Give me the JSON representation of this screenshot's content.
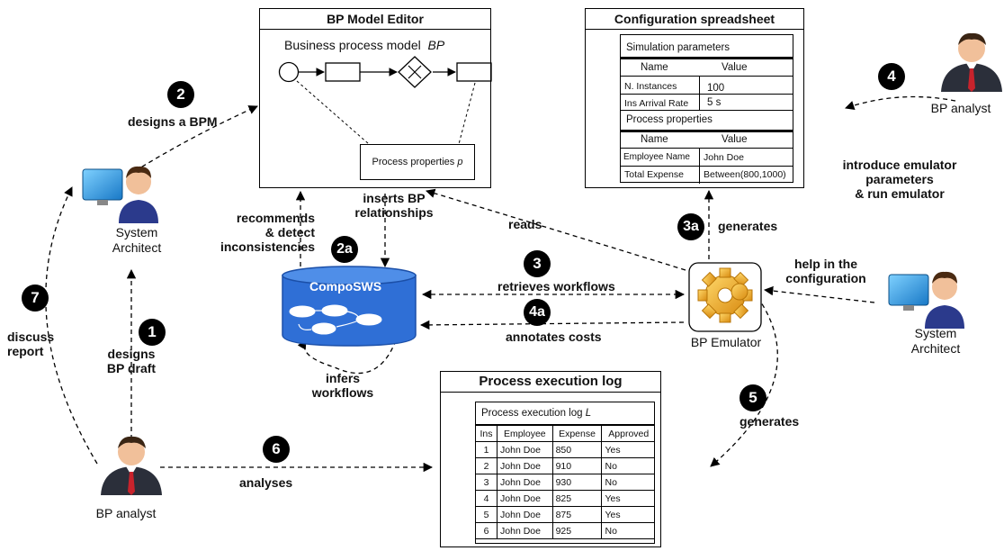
{
  "bp_editor": {
    "title": "BP Model Editor",
    "model_label": "Business process model",
    "model_symbol": "BP",
    "properties_label": "Process properties",
    "properties_symbol": "p"
  },
  "config_sheet": {
    "title": "Configuration spreadsheet",
    "sim_section": "Simulation parameters",
    "col_name": "Name",
    "col_value": "Value",
    "sim_rows": [
      {
        "name": "N. Instances",
        "value": "100"
      },
      {
        "name": "Ins Arrival Rate",
        "value": "5 s"
      }
    ],
    "proc_section": "Process properties",
    "proc_rows": [
      {
        "name": "Employee Name",
        "value": "John Doe"
      },
      {
        "name": "Total Expense",
        "value": "Between(800,1000)"
      }
    ]
  },
  "exec_log": {
    "title": "Process execution log",
    "inner_title": "Process execution log",
    "inner_symbol": "L",
    "headers": [
      "Ins",
      "Employee",
      "Expense",
      "Approved"
    ],
    "rows": [
      [
        "1",
        "John Doe",
        "850",
        "Yes"
      ],
      [
        "2",
        "John Doe",
        "910",
        "No"
      ],
      [
        "3",
        "John Doe",
        "930",
        "No"
      ],
      [
        "4",
        "John Doe",
        "825",
        "Yes"
      ],
      [
        "5",
        "John Doe",
        "875",
        "Yes"
      ],
      [
        "6",
        "John Doe",
        "925",
        "No"
      ]
    ]
  },
  "repository": {
    "name": "CompoSWS"
  },
  "emulator": {
    "name": "BP Emulator"
  },
  "actors": {
    "architect_left": [
      "System",
      "Architect"
    ],
    "architect_right": [
      "System",
      "Architect"
    ],
    "analyst_bottom": "BP analyst",
    "analyst_top": "BP analyst"
  },
  "steps": {
    "s1": "1",
    "s2": "2",
    "s2a": "2a",
    "s3": "3",
    "s3a": "3a",
    "s4": "4",
    "s4a": "4a",
    "s5": "5",
    "s6": "6",
    "s7": "7"
  },
  "edges": {
    "designs_bpm": "designs a BPM",
    "designs_draft": [
      "designs",
      "BP draft"
    ],
    "discuss_report": [
      "discuss",
      "report"
    ],
    "recommends": [
      "recommends",
      "& detect",
      "inconsistencies"
    ],
    "inserts": [
      "inserts BP",
      "relationships"
    ],
    "infers": [
      "infers",
      "workflows"
    ],
    "reads": "reads",
    "retrieves": "retrieves workflows",
    "annotates": "annotates costs",
    "generates_top": "generates",
    "generates_bottom": "generates",
    "analyses": "analyses",
    "introduce": [
      "introduce emulator",
      "parameters",
      "& run emulator"
    ],
    "help_config": [
      "help in the",
      "configuration"
    ]
  },
  "colors": {
    "repository_fill": "#2f6fd6",
    "repository_dark": "#1b4fa8",
    "gear": "#f2b233",
    "monitor_screen": "#39a9e8",
    "suit": "#2b2f3a",
    "skin": "#f1c09a",
    "tie": "#c8232c"
  }
}
